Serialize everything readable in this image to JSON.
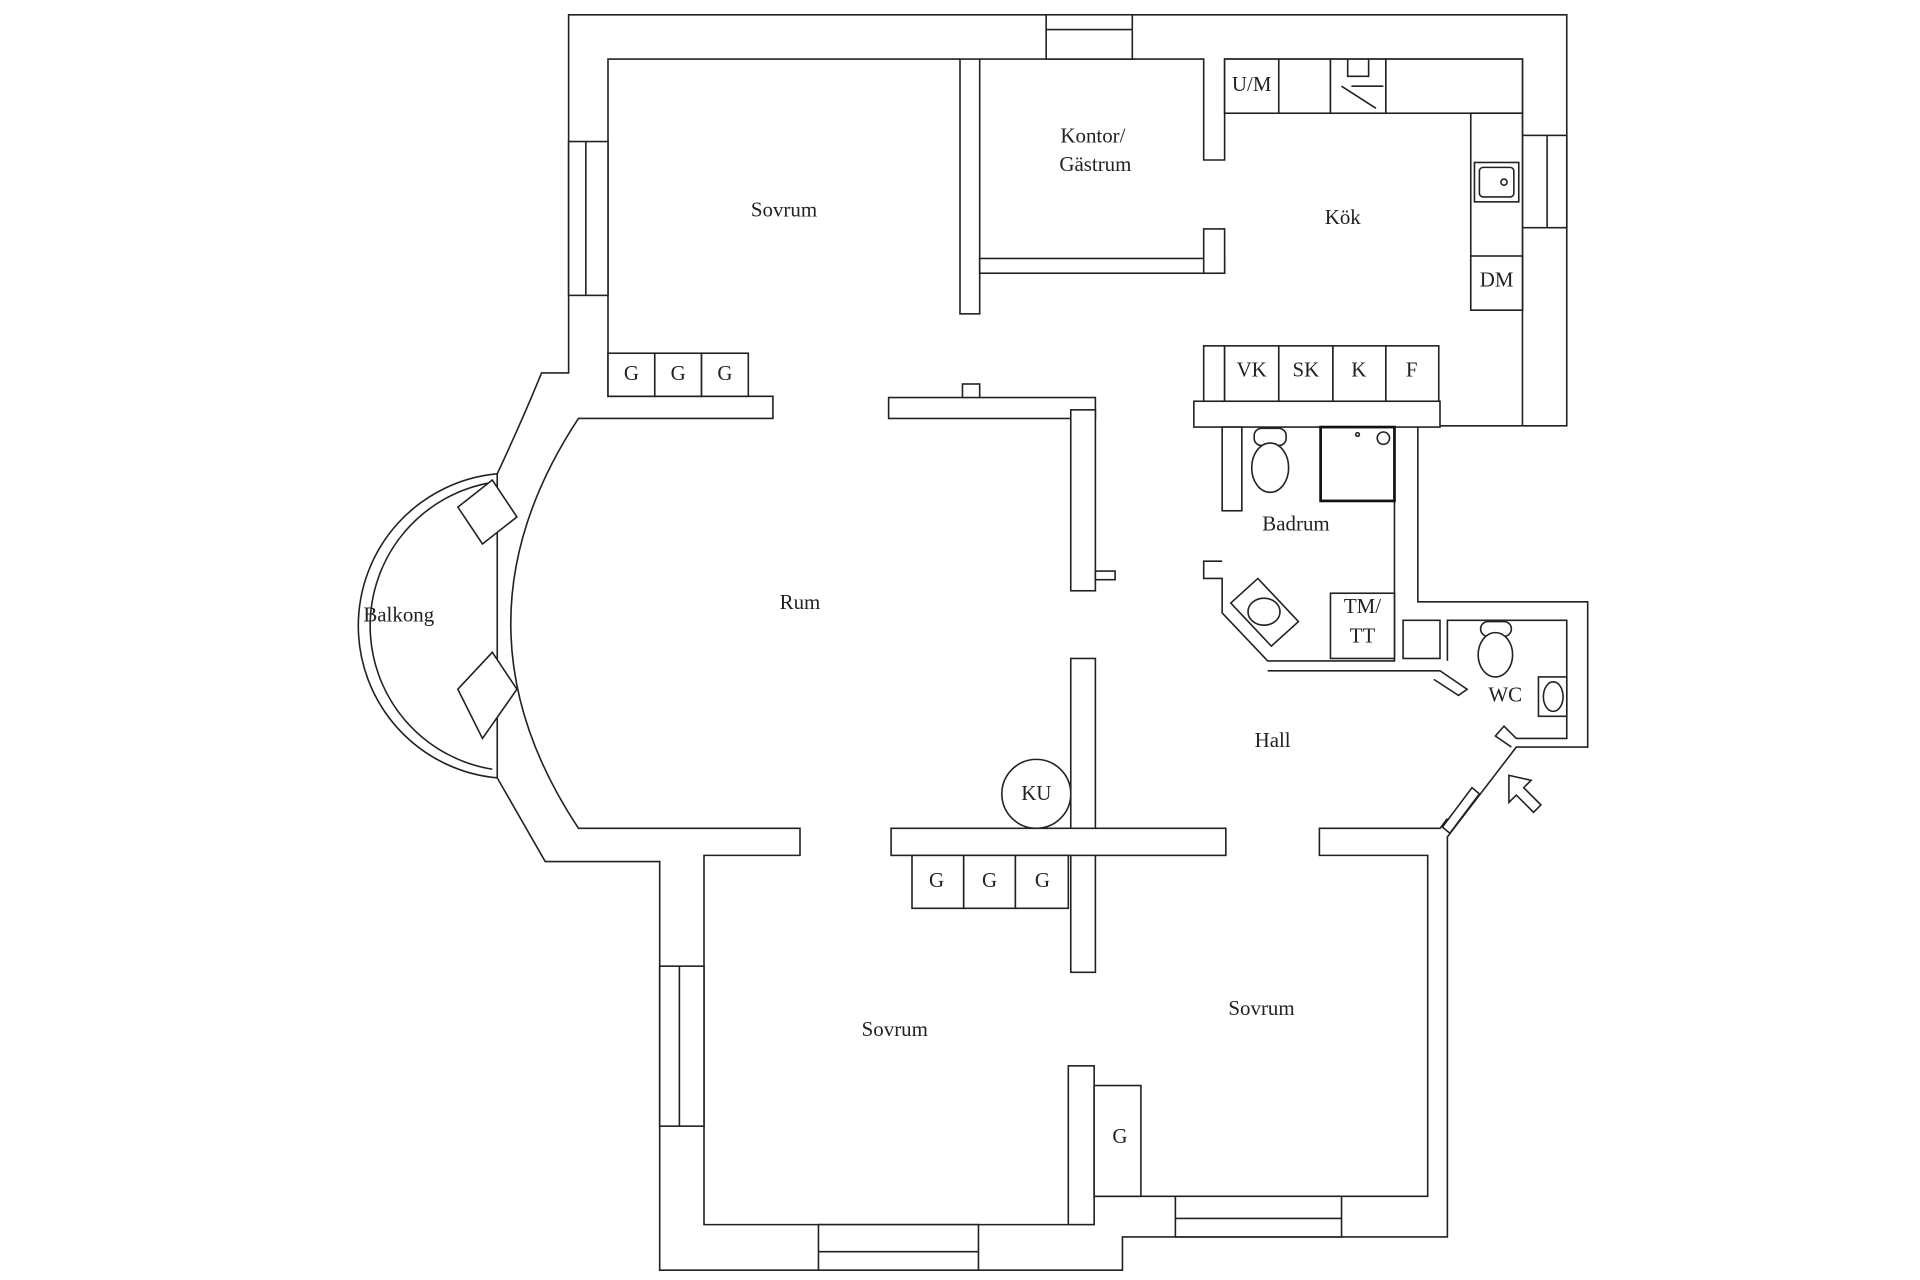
{
  "plan": {
    "rooms": {
      "sovrum_top": "Sovrum",
      "kontor_line1": "Kontor/",
      "kontor_line2": "Gästrum",
      "kok": "Kök",
      "rum": "Rum",
      "balkong": "Balkong",
      "badrum": "Badrum",
      "wc": "WC",
      "hall": "Hall",
      "sovrum_bottom_left": "Sovrum",
      "sovrum_bottom_right": "Sovrum"
    },
    "fixtures": {
      "um": "U/M",
      "dm": "DM",
      "vk": "VK",
      "sk": "SK",
      "k": "K",
      "f": "F",
      "tm_line1": "TM/",
      "tm_line2": "TT",
      "ku": "KU",
      "closets_top": [
        "G",
        "G",
        "G"
      ],
      "closets_middle": [
        "G",
        "G",
        "G"
      ],
      "closet_bottom_right": "G"
    },
    "icons": [
      "entrance-arrow-icon",
      "toilet-icon",
      "sink-icon",
      "stove-icon",
      "shower-icon"
    ]
  }
}
